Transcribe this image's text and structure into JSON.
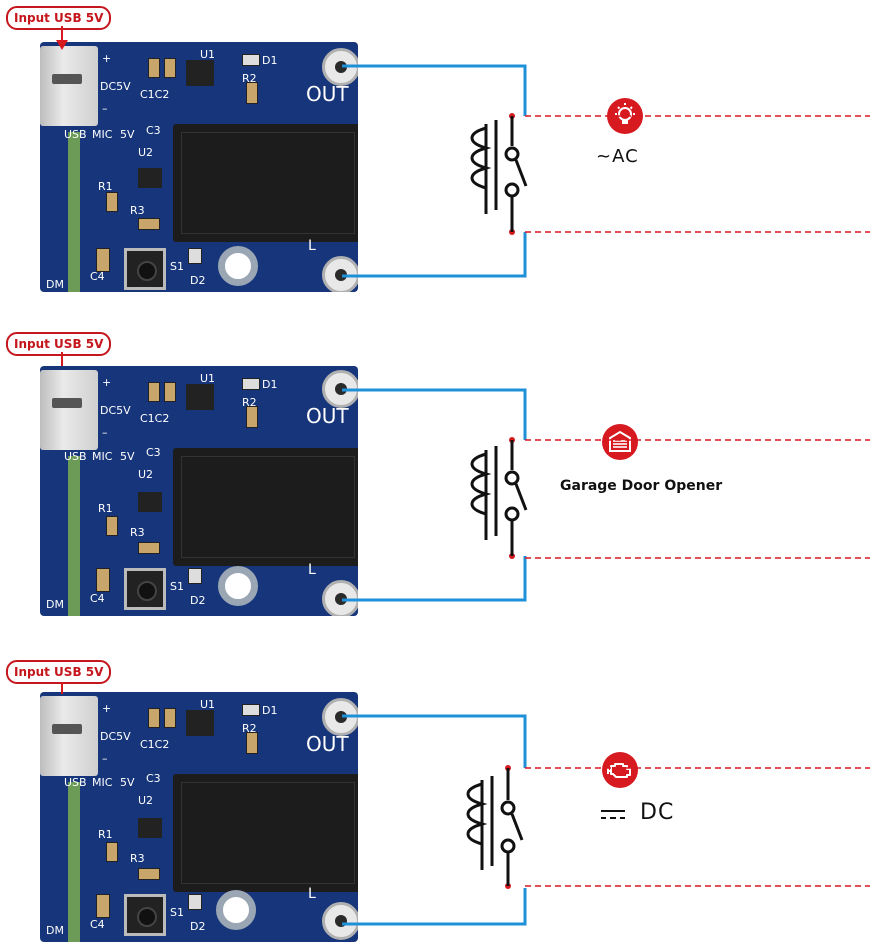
{
  "colors": {
    "accent": "#d71920",
    "wire": "#1e90d8",
    "pcb": "#16357a",
    "dashed": "#d71920"
  },
  "panels": [
    {
      "input_label": "Input USB 5V",
      "load_icon": "light-bulb-icon",
      "load_label": "~AC",
      "silk": {
        "out": "OUT",
        "l": "L",
        "d1": "D1",
        "u1": "U1",
        "r2": "R2",
        "dc5v": "DC5V",
        "c1c2": "C1C2",
        "c3": "C3",
        "usb": "USB",
        "mic": "MIC",
        "v5": "5V",
        "u2": "U2",
        "r1": "R1",
        "r3": "R3",
        "c4": "C4",
        "s1": "S1",
        "d2": "D2",
        "dm": "DM",
        "plus": "+",
        "minus": "–"
      }
    },
    {
      "input_label": "Input USB 5V",
      "load_icon": "garage-door-icon",
      "load_label": "Garage Door Opener",
      "silk": {
        "out": "OUT",
        "l": "L",
        "d1": "D1",
        "u1": "U1",
        "r2": "R2",
        "dc5v": "DC5V",
        "c1c2": "C1C2",
        "c3": "C3",
        "usb": "USB",
        "mic": "MIC",
        "v5": "5V",
        "u2": "U2",
        "r1": "R1",
        "r3": "R3",
        "c4": "C4",
        "s1": "S1",
        "d2": "D2",
        "dm": "DM",
        "plus": "+",
        "minus": "–"
      }
    },
    {
      "input_label": "Input USB 5V",
      "load_icon": "engine-icon",
      "load_label": "DC",
      "silk": {
        "out": "OUT",
        "l": "L",
        "d1": "D1",
        "u1": "U1",
        "r2": "R2",
        "dc5v": "DC5V",
        "c1c2": "C1C2",
        "c3": "C3",
        "usb": "USB",
        "mic": "MIC",
        "v5": "5V",
        "u2": "U2",
        "r1": "R1",
        "r3": "R3",
        "c4": "C4",
        "s1": "S1",
        "d2": "D2",
        "dm": "DM",
        "plus": "+",
        "minus": "–"
      }
    }
  ]
}
